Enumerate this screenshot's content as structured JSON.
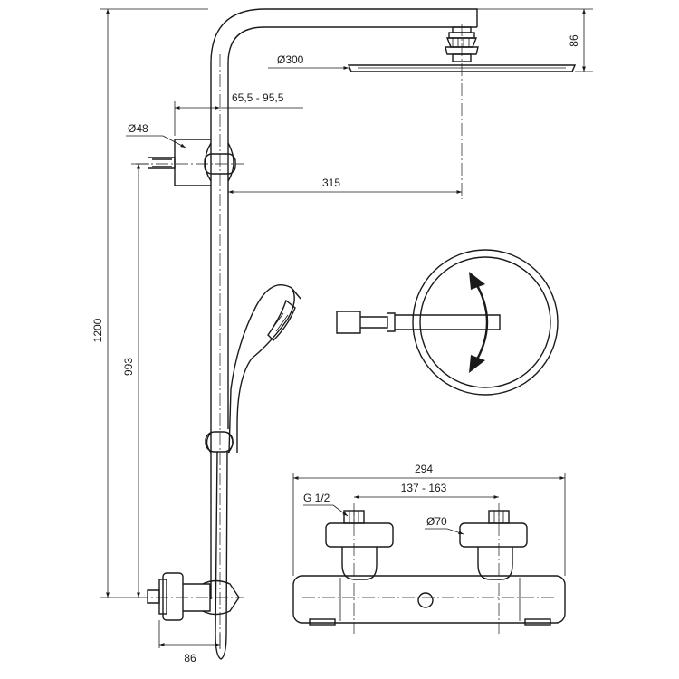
{
  "dimensions": {
    "total_height": "1200",
    "outlet_height": "993",
    "head_thickness": "86",
    "head_diameter": "Ø300",
    "arm_length": "315",
    "holder_range": "65,5 - 95,5",
    "holder_diameter": "Ø48",
    "wall_offset": "86",
    "mixer_width": "294",
    "inlet_distance": "137 - 163",
    "inlet_thread": "G 1/2",
    "escutcheon_diameter": "Ø70"
  }
}
